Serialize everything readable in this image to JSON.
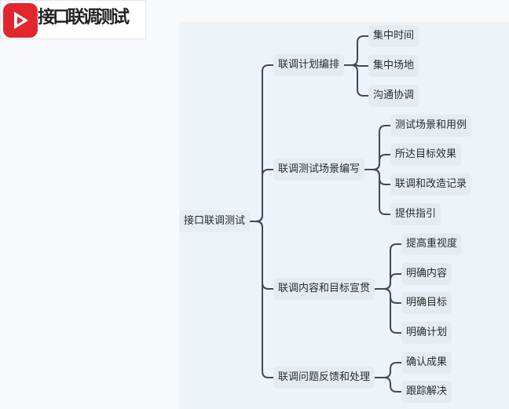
{
  "watermark": {
    "title": "接口联调测试"
  },
  "colors": {
    "line": "#3f4a5a",
    "node_bg": "#e6ebf2",
    "canvas_bg": "#eef3fa",
    "logo_red": "#e2262e"
  },
  "mindmap": {
    "root": "接口联调测试",
    "branches": [
      {
        "label": "联调计划编排",
        "children": [
          "集中时间",
          "集中场地",
          "沟通协调"
        ]
      },
      {
        "label": "联调测试场景编写",
        "children": [
          "测试场景和用例",
          "所达目标效果",
          "联调和改造记录",
          "提供指引"
        ]
      },
      {
        "label": "联调内容和目标宣贯",
        "children": [
          "提高重视度",
          "明确内容",
          "明确目标",
          "明确计划"
        ]
      },
      {
        "label": "联调问题反馈和处理",
        "children": [
          "确认成果",
          "跟踪解决"
        ]
      }
    ]
  }
}
